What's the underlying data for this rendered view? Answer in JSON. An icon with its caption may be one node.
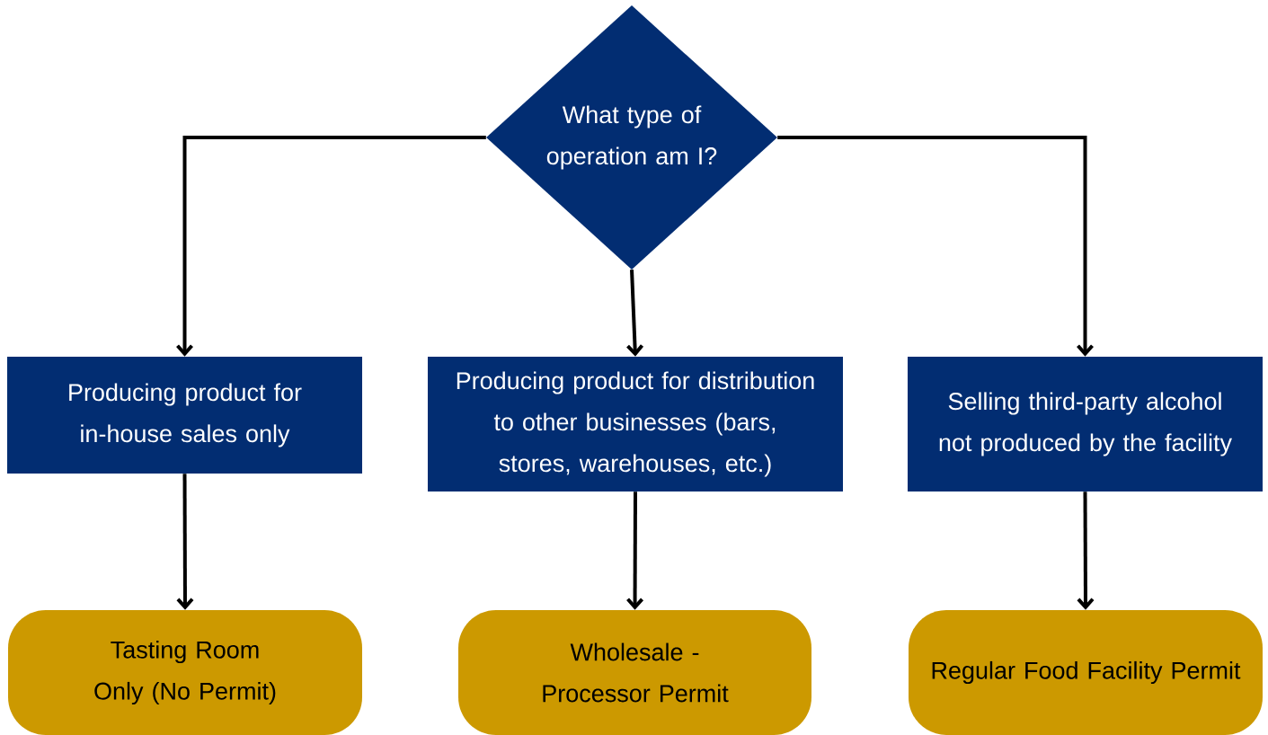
{
  "diagram": {
    "nodes": [
      {
        "text": [
          "What type of operation am I?"
        ]
      },
      {
        "text": [
          "Producing product for in-house sales only"
        ]
      },
      {
        "text": [
          "Producing product for distribution to other businesses (bars, stores, warehouses, etc.)"
        ]
      },
      {
        "text": [
          "Selling third-party alcohol not produced by the facility"
        ]
      },
      {
        "text": [
          "Tasting Room Only (No Permit)"
        ]
      },
      {
        "text": [
          "Wholesale - Processor Permit"
        ]
      },
      {
        "text": [
          "Regular Food Facility Permit"
        ]
      }
    ],
    "edges": [
      {
        "from": 0,
        "to": 1,
        "arrow": "to"
      },
      {
        "from": 0,
        "to": 2,
        "arrow": "to"
      },
      {
        "from": 0,
        "to": 3,
        "arrow": "to"
      },
      {
        "from": 1,
        "to": 4,
        "arrow": "to"
      },
      {
        "from": 2,
        "to": 5,
        "arrow": "to"
      },
      {
        "from": 3,
        "to": 6,
        "arrow": "to"
      }
    ]
  }
}
